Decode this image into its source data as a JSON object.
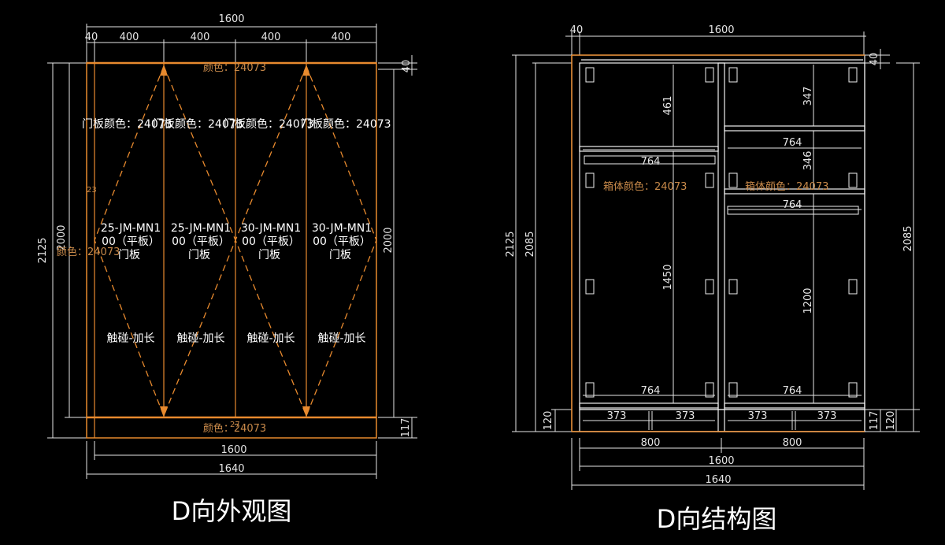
{
  "front": {
    "title": "D向外观图",
    "dims": {
      "total_width": "1600",
      "left_edge": "40",
      "panel_widths": [
        "400",
        "400",
        "400",
        "400"
      ],
      "right_top": "40",
      "height_total": "2125",
      "height_door": "2000",
      "height_door_right": "2000",
      "bottom_117": "117",
      "bottom_1600": "1600",
      "bottom_1640": "1640",
      "small_23": "23",
      "small_27": "27"
    },
    "top_color": "颜色：24073",
    "bottom_color": "颜色：24073",
    "left_color": "颜色：24073",
    "door_color": "门板颜色：24073",
    "doors": [
      {
        "code1": "25-JM-MN1",
        "code2": "00（平板）",
        "type": "门板",
        "handle": "触碰-加长"
      },
      {
        "code1": "25-JM-MN1",
        "code2": "00（平板）",
        "type": "门板",
        "handle": "触碰-加长"
      },
      {
        "code1": "30-JM-MN1",
        "code2": "00（平板）",
        "type": "门板",
        "handle": "触碰-加长"
      },
      {
        "code1": "30-JM-MN1",
        "code2": "00（平板）",
        "type": "门板",
        "handle": "触碰-加长"
      }
    ]
  },
  "struct": {
    "title": "D向结构图",
    "dims": {
      "left_40": "40",
      "top_1600": "1600",
      "right_40": "40",
      "h_2125": "2125",
      "h_2085": "2085",
      "h_2085_right": "2085",
      "h_120_left": "120",
      "h_117": "117",
      "h_120_right": "120",
      "v_461": "461",
      "v_1450": "1450",
      "v_347": "347",
      "v_346": "346",
      "v_1200": "1200",
      "w_764_a": "764",
      "w_764_b": "764",
      "w_764_c": "764",
      "w_764_d": "764",
      "w_764_e": "764",
      "w_373": [
        "373",
        "373",
        "373",
        "373"
      ],
      "w_800": [
        "800",
        "800"
      ],
      "w_1600": "1600",
      "w_1640": "1640"
    },
    "box_color": "箱体颜色：24073"
  }
}
